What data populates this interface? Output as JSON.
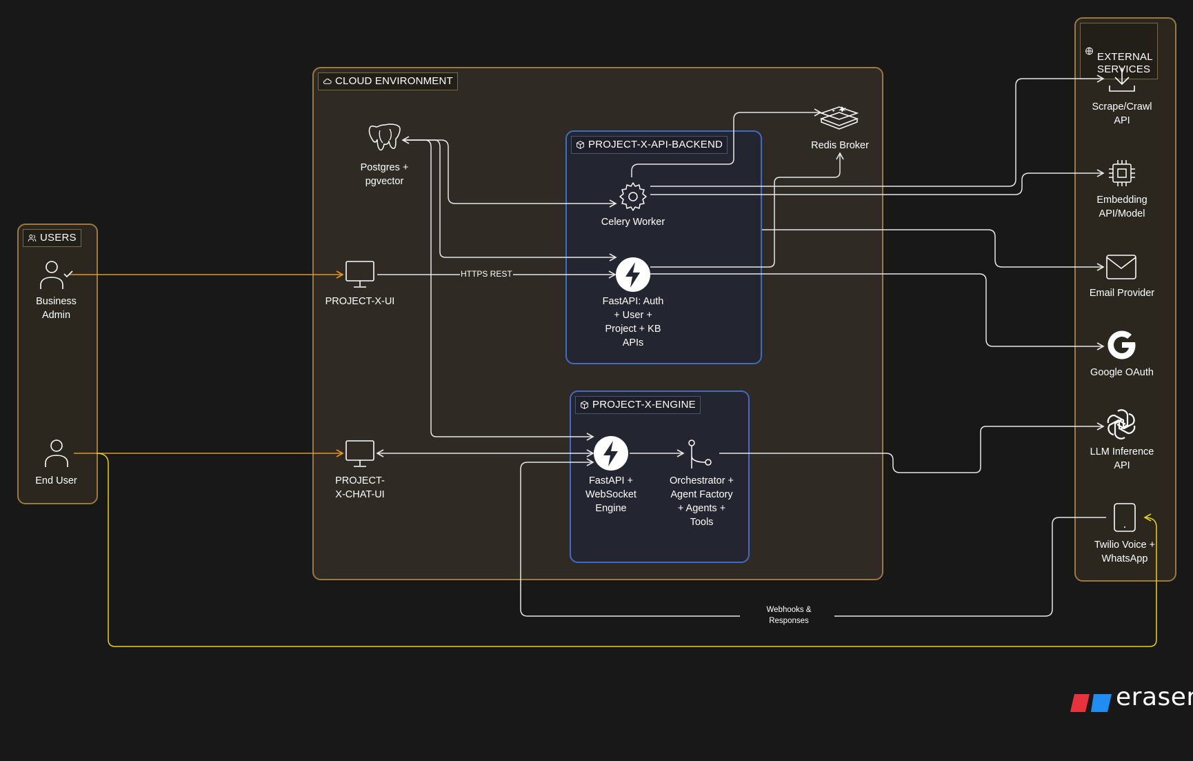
{
  "groups": {
    "users": {
      "title": "USERS"
    },
    "cloud": {
      "title": "CLOUD ENVIRONMENT"
    },
    "external": {
      "title": "EXTERNAL\nSERVICES"
    },
    "api_backend": {
      "title": "PROJECT-X-API-BACKEND"
    },
    "engine": {
      "title": "PROJECT-X-ENGINE"
    }
  },
  "nodes": {
    "business_admin": "Business\nAdmin",
    "end_user": "End User",
    "postgres": "Postgres +\npgvector",
    "ui": "PROJECT-X-UI",
    "chat_ui": "PROJECT-\nX-CHAT-UI",
    "celery": "Celery Worker",
    "redis": "Redis Broker",
    "fastapi_auth": "FastAPI: Auth\n+ User +\nProject + KB\nAPIs",
    "fastapi_ws": "FastAPI +\nWebSocket\nEngine",
    "orchestrator": "Orchestrator +\nAgent Factory\n+ Agents +\nTools",
    "scrape": "Scrape/Crawl\nAPI",
    "embedding": "Embedding\nAPI/Model",
    "email": "Email Provider",
    "google": "Google OAuth",
    "llm": "LLM Inference\nAPI",
    "twilio": "Twilio Voice +\nWhatsApp"
  },
  "edges": {
    "https_rest": "HTTPS REST",
    "webhooks": "Webhooks &\nResponses"
  },
  "brand": {
    "name": "eraser"
  },
  "colors": {
    "background": "#181818",
    "group_fill": "#2f2b24",
    "group_border": "#9a7a3e",
    "service_fill": "#232631",
    "service_border": "#3f6cc4",
    "edge_white": "#e8e8e8",
    "edge_orange": "#e8961e",
    "edge_yellow": "#e8d21e",
    "brand_red": "#e8333c",
    "brand_blue": "#1f8ef0"
  }
}
